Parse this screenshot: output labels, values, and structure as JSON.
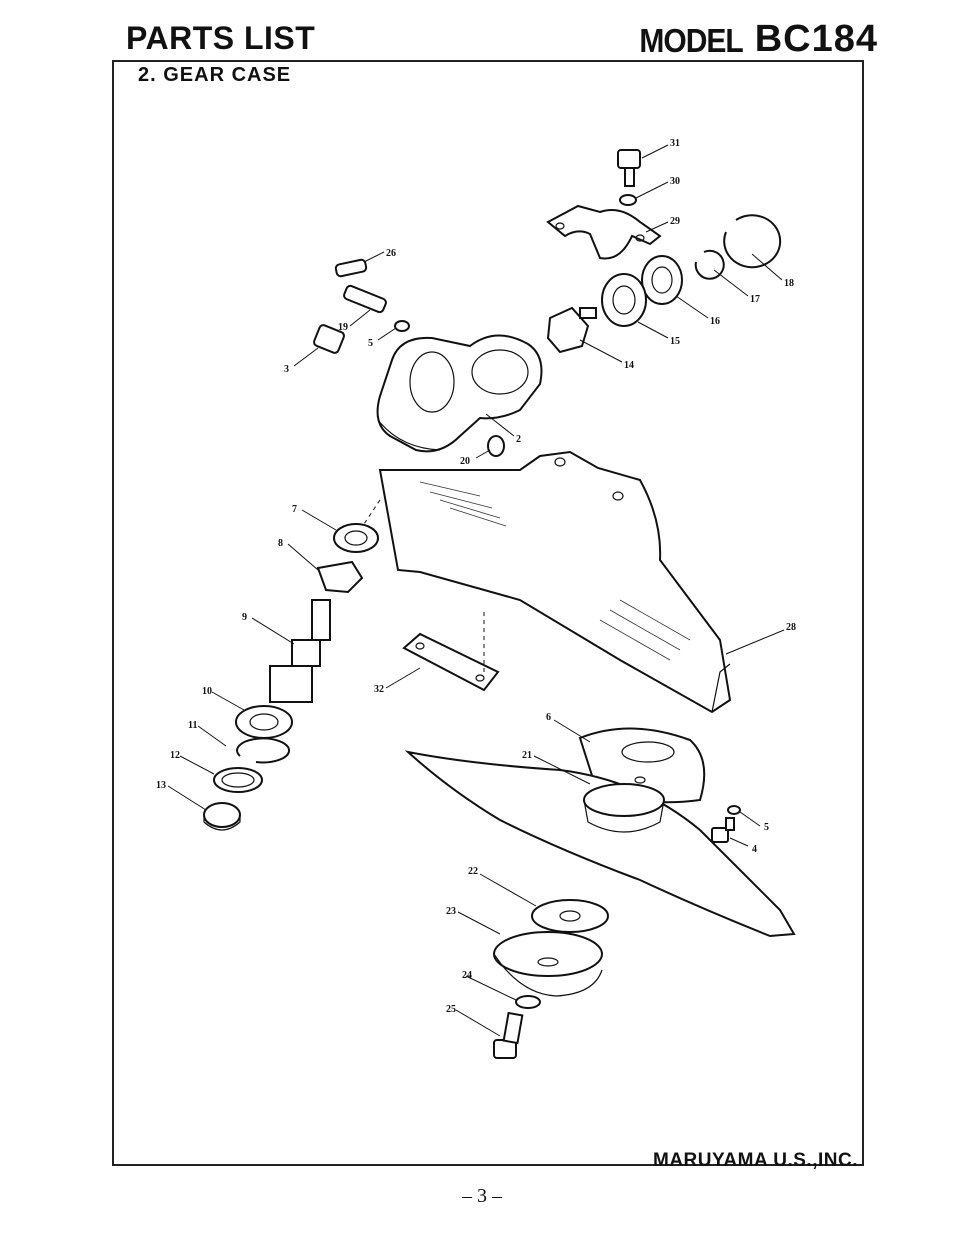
{
  "header": {
    "title": "PARTS LIST",
    "model_label": "MODEL",
    "model_number": "BC184"
  },
  "section": {
    "title": "2. GEAR CASE"
  },
  "footer": {
    "company": "MARUYAMA U.S.,INC.",
    "page_number": "– 3 –"
  },
  "callouts": [
    "31",
    "30",
    "29",
    "18",
    "17",
    "16",
    "15",
    "14",
    "26",
    "19",
    "5",
    "3",
    "2",
    "20",
    "7",
    "8",
    "9",
    "28",
    "32",
    "10",
    "11",
    "12",
    "13",
    "6",
    "21",
    "5",
    "4",
    "22",
    "23",
    "24",
    "25"
  ]
}
